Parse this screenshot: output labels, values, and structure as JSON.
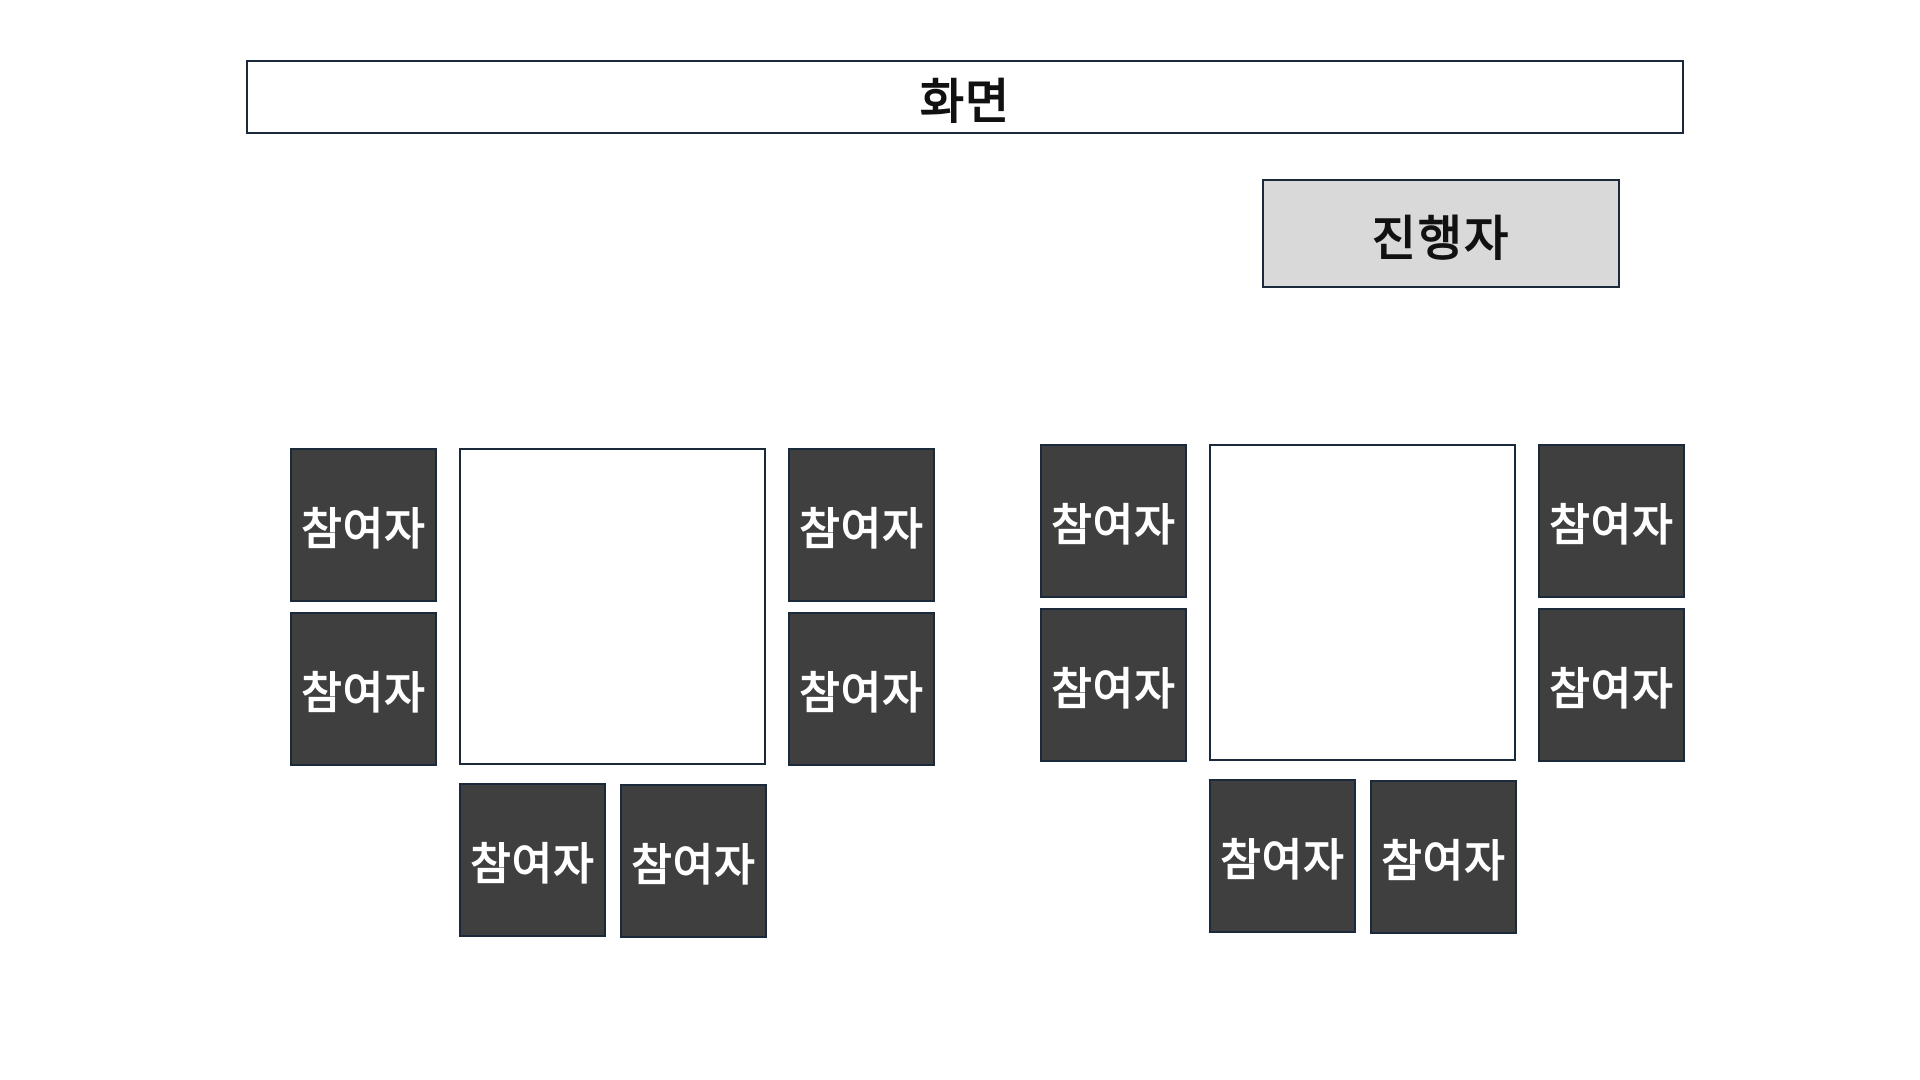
{
  "screen": {
    "label": "화면"
  },
  "host": {
    "label": "진행자"
  },
  "groups": [
    {
      "seats": [
        {
          "label": "참여자"
        },
        {
          "label": "참여자"
        },
        {
          "label": "참여자"
        },
        {
          "label": "참여자"
        },
        {
          "label": "참여자"
        },
        {
          "label": "참여자"
        }
      ]
    },
    {
      "seats": [
        {
          "label": "참여자"
        },
        {
          "label": "참여자"
        },
        {
          "label": "참여자"
        },
        {
          "label": "참여자"
        },
        {
          "label": "참여자"
        },
        {
          "label": "참여자"
        }
      ]
    }
  ]
}
